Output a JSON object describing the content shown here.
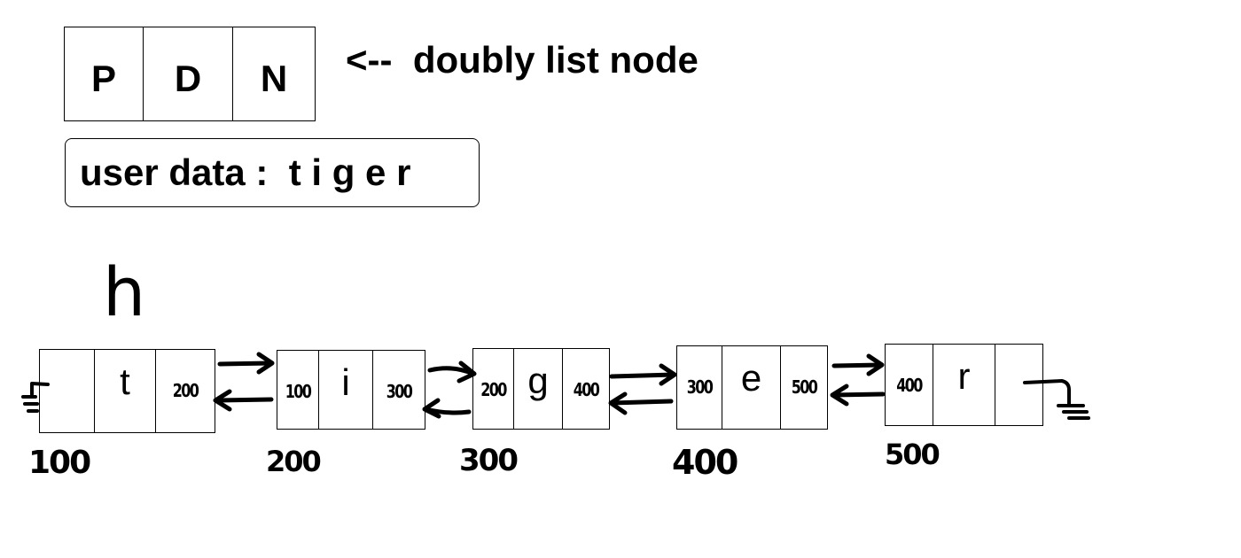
{
  "legend": {
    "cells": [
      "P",
      "D",
      "N"
    ],
    "caption": "<--  doubly list node"
  },
  "user_data": {
    "label": "user data :  t i g e r"
  },
  "head_label": "h",
  "nodes": [
    {
      "address": "100",
      "prev": "",
      "data": "t",
      "next": "200"
    },
    {
      "address": "200",
      "prev": "100",
      "data": "i",
      "next": "300"
    },
    {
      "address": "300",
      "prev": "200",
      "data": "g",
      "next": "400"
    },
    {
      "address": "400",
      "prev": "300",
      "data": "e",
      "next": "500"
    },
    {
      "address": "500",
      "prev": "400",
      "data": "r",
      "next": ""
    }
  ]
}
